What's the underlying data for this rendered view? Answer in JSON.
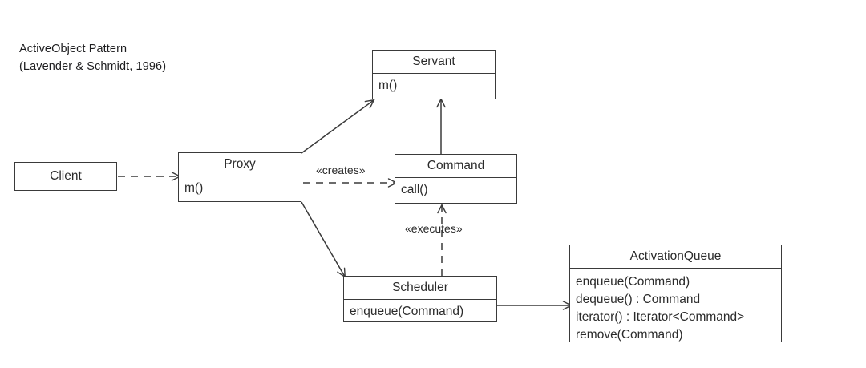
{
  "diagram": {
    "type": "uml-class-diagram",
    "caption": {
      "line1": "ActiveObject Pattern",
      "line2": "(Lavender & Schmidt, 1996)"
    },
    "colors": {
      "background": "#ffffff",
      "stroke": "#3a3a3a",
      "text": "#2b2b2b",
      "caption_text": "#1d1d1f"
    },
    "classes": {
      "client": {
        "name": "Client",
        "operations": []
      },
      "proxy": {
        "name": "Proxy",
        "operations": [
          "m()"
        ]
      },
      "servant": {
        "name": "Servant",
        "operations": [
          "m()"
        ]
      },
      "command": {
        "name": "Command",
        "operations": [
          "call()"
        ]
      },
      "scheduler": {
        "name": "Scheduler",
        "operations": [
          "enqueue(Command)"
        ]
      },
      "activation_queue": {
        "name": "ActivationQueue",
        "operations": [
          "enqueue(Command)",
          "dequeue() : Command",
          "iterator() : Iterator<Command>",
          "remove(Command)"
        ]
      }
    },
    "relations": [
      {
        "id": "client-to-proxy",
        "from": "Client",
        "to": "Proxy",
        "line": "dashed",
        "arrowhead": "open",
        "label": ""
      },
      {
        "id": "proxy-to-servant",
        "from": "Proxy",
        "to": "Servant",
        "line": "solid",
        "arrowhead": "open",
        "label": ""
      },
      {
        "id": "proxy-to-command",
        "from": "Proxy",
        "to": "Command",
        "line": "dashed",
        "arrowhead": "open",
        "label": "«creates»"
      },
      {
        "id": "proxy-to-scheduler",
        "from": "Proxy",
        "to": "Scheduler",
        "line": "solid",
        "arrowhead": "open",
        "label": ""
      },
      {
        "id": "command-to-servant",
        "from": "Command",
        "to": "Servant",
        "line": "solid",
        "arrowhead": "open",
        "label": ""
      },
      {
        "id": "scheduler-to-command",
        "from": "Scheduler",
        "to": "Command",
        "line": "dashed",
        "arrowhead": "open",
        "label": "«executes»"
      },
      {
        "id": "scheduler-to-activationqueue",
        "from": "Scheduler",
        "to": "ActivationQueue",
        "line": "solid",
        "arrowhead": "open",
        "label": ""
      }
    ],
    "labels": {
      "creates": "«creates»",
      "executes": "«executes»"
    }
  }
}
